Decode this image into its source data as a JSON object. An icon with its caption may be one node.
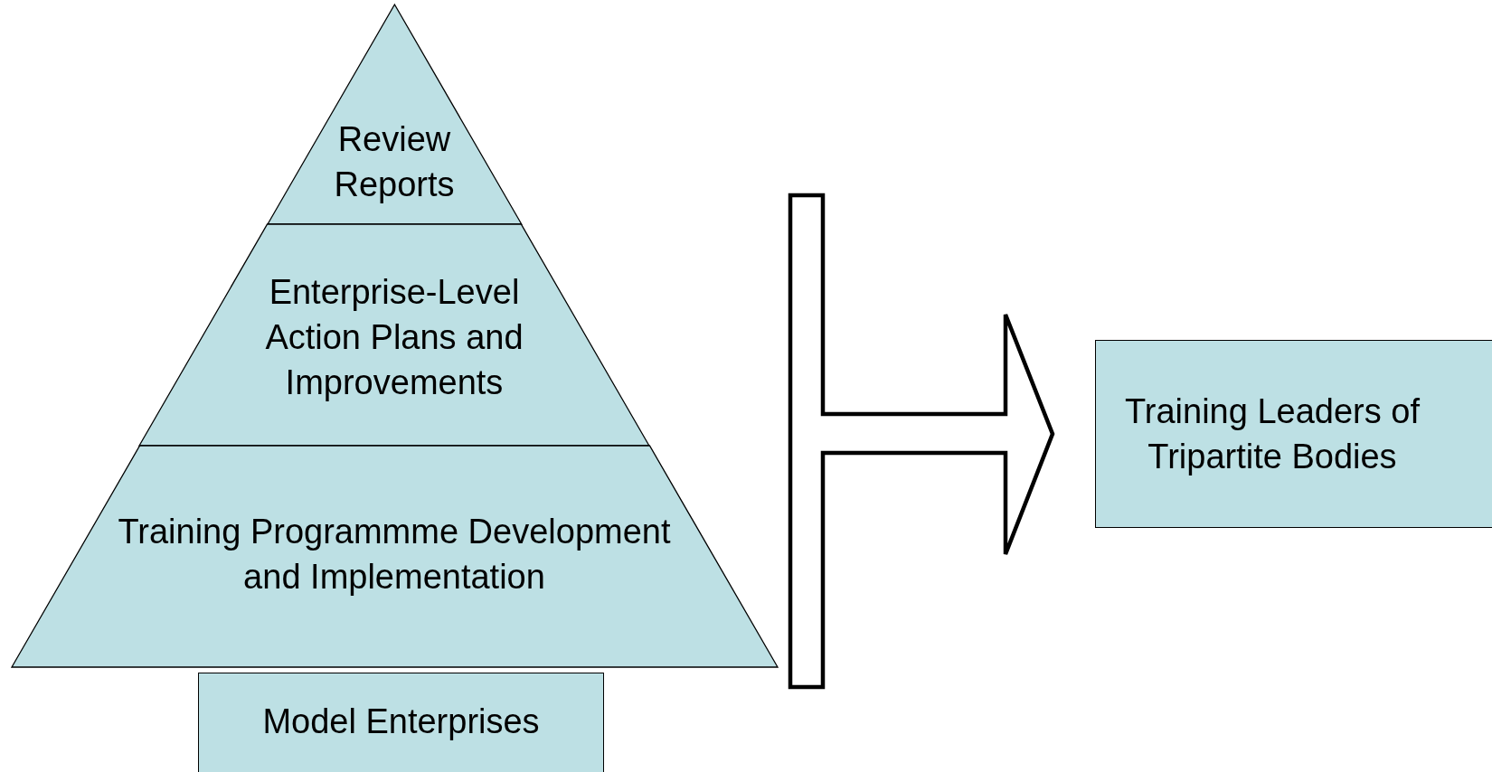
{
  "diagram": {
    "nodes": [
      {
        "text": [
          "Review Reports"
        ]
      },
      {
        "text": [
          "Enterprise-Level Action Plans and Improvements"
        ]
      },
      {
        "text": [
          "Training Programmme Development and Implementation"
        ]
      },
      {
        "text": [
          "Model Enterprises"
        ]
      },
      {
        "text": [
          "Training Leaders of Tripartite Bodies"
        ]
      }
    ],
    "edges": [
      {
        "from": null,
        "to": 4,
        "arrow": "to"
      }
    ]
  }
}
